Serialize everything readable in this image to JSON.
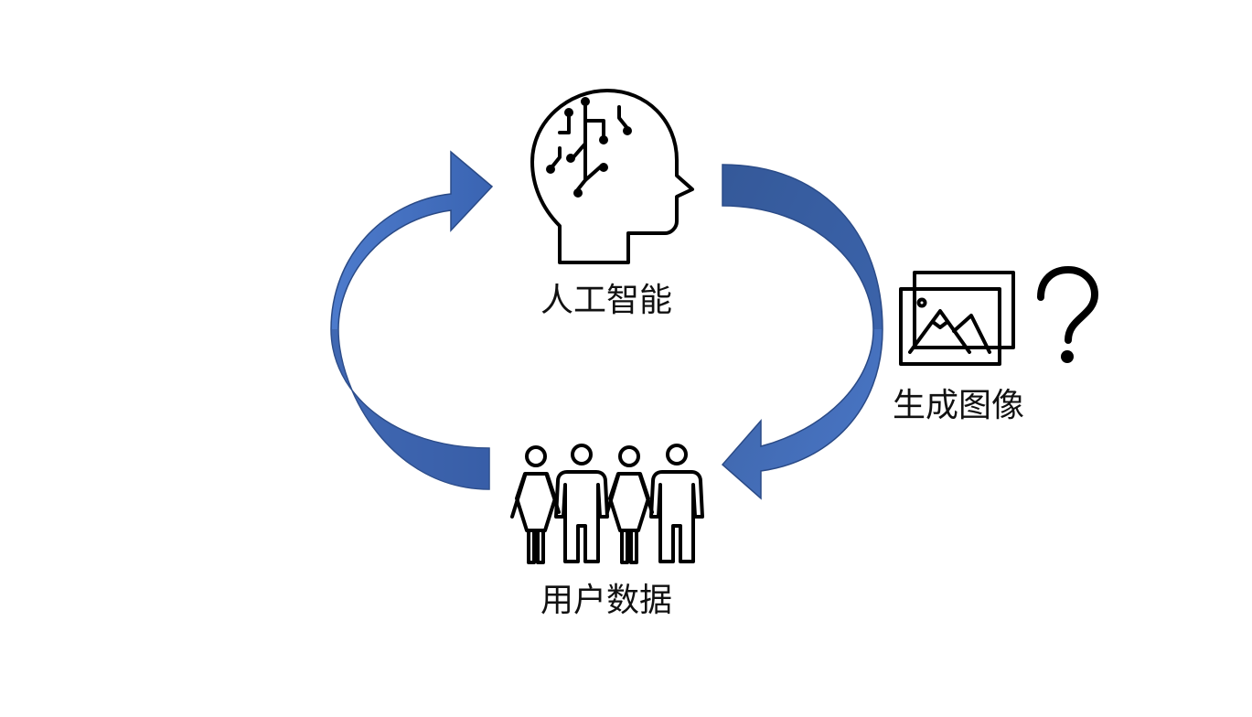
{
  "nodes": {
    "ai": {
      "label": "人工智能",
      "icon": "ai-head-icon"
    },
    "users": {
      "label": "用户数据",
      "icon": "people-group-icon"
    },
    "images": {
      "label": "生成图像",
      "icon": "image-stack-icon"
    }
  },
  "annotation": {
    "symbol": "?",
    "icon": "question-mark-icon"
  },
  "colors": {
    "arrow_light": "#4d7bcc",
    "arrow_dark": "#2c4f92",
    "arrow_outline": "#2a4a86",
    "ink": "#000000"
  }
}
